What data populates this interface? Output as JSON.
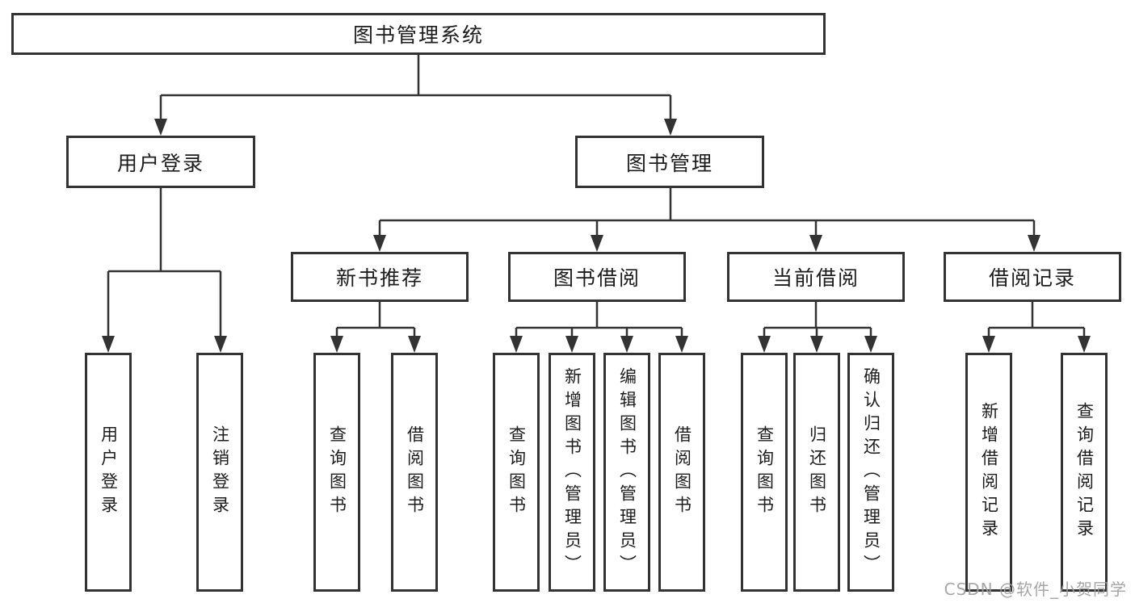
{
  "diagram": {
    "title": "图书管理系统",
    "branches": [
      {
        "label": "用户登录",
        "children": [
          {
            "label": "用户登录"
          },
          {
            "label": "注销登录"
          }
        ]
      },
      {
        "label": "图书管理",
        "children": [
          {
            "label": "新书推荐",
            "children": [
              {
                "label": "查询图书"
              },
              {
                "label": "借阅图书"
              }
            ]
          },
          {
            "label": "图书借阅",
            "children": [
              {
                "label": "查询图书"
              },
              {
                "label": "新增图书（管理员）"
              },
              {
                "label": "编辑图书（管理员）"
              },
              {
                "label": "借阅图书"
              }
            ]
          },
          {
            "label": "当前借阅",
            "children": [
              {
                "label": "查询图书"
              },
              {
                "label": "归还图书"
              },
              {
                "label": "确认归还（管理员）"
              }
            ]
          },
          {
            "label": "借阅记录",
            "children": [
              {
                "label": "新增借阅记录"
              },
              {
                "label": "查询借阅记录"
              }
            ]
          }
        ]
      }
    ]
  },
  "watermark": {
    "text": "CSDN @软件_小贺同学"
  },
  "colors": {
    "line": "#333333",
    "box_border": "#333333",
    "text": "#1c1c1c",
    "watermark": "#9e9e9e",
    "background": "#ffffff"
  }
}
